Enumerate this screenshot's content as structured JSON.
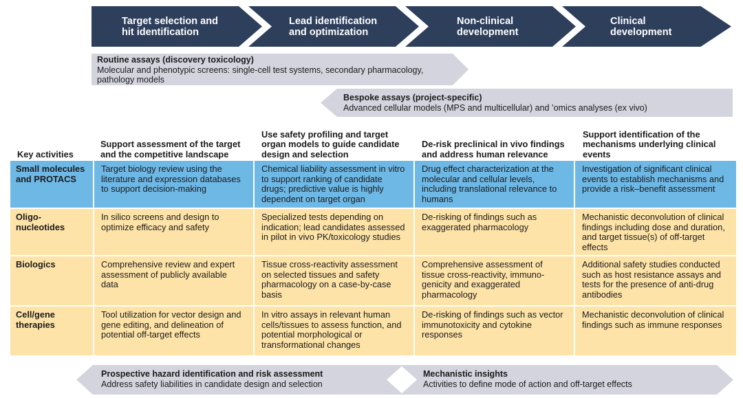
{
  "stages": [
    {
      "label": "Target selection and\nhit identification"
    },
    {
      "label": "Lead identification\nand optimization"
    },
    {
      "label": "Non-clinical\ndevelopment"
    },
    {
      "label": "Clinical\ndevelopment"
    }
  ],
  "routine_assays": {
    "title": "Routine assays (discovery toxicology)",
    "description": "Molecular and phenotypic screens: single-cell test systems, secondary pharmacology, pathology models"
  },
  "bespoke_assays": {
    "title": "Bespoke assays (project-specific)",
    "description": "Advanced cellular models (MPS and multicellular) and ’omics analyses (ex vivo)"
  },
  "table": {
    "corner_label": "Key activities",
    "headers": [
      "Support assessment of the target and the competitive landscape",
      "Use safety profiling and target organ models to guide candidate design and selection",
      "De-risk preclinical in vivo findings and address human relevance",
      "Support identification of the mechanisms underlying clinical events"
    ],
    "rows": [
      {
        "label": "Small molecules and PROTACS",
        "cells": [
          "Target biology review using the literature and expression databases to support decision-making",
          "Chemical liability assessment in vitro to support ranking of candidate drugs; predictive value is highly dependent on target organ",
          "Drug effect characterization at the molecular and cellular levels, including translational relevance to humans",
          "Investigation of significant clinical events to establish mechanisms and provide a risk–benefit assessment"
        ]
      },
      {
        "label": "Oligo-nucleotides",
        "cells": [
          "In silico screens and design to optimize efficacy and safety",
          "Specialized tests depending on indication; lead candidates assessed in pilot in vivo PK/toxicology studies",
          "De-risking of findings such as exaggerated pharmacology",
          "Mechanistic deconvolution of clinical findings including dose and duration, and target tissue(s) of off-target effects"
        ]
      },
      {
        "label": "Biologics",
        "cells": [
          "Comprehensive review and expert assessment of publicly available data",
          "Tissue cross-reactivity assessment on selected tissues and safety pharmacology on a case-by-case basis",
          "Comprehensive assessment of tissue cross-reactivity, immuno-genicity and exaggerated pharmacology",
          "Additional safety studies conducted such as host resistance assays and tests for the presence of anti-drug antibodies"
        ]
      },
      {
        "label": "Cell/gene therapies",
        "cells": [
          "Tool utilization for vector design and gene editing, and delineation of potential off-target effects",
          "In vitro assays in relevant human cells/tissues to assess function, and potential morphological or transformational changes",
          "De-risking of findings such as vector immunotoxicity and cytokine responses",
          "Mechanistic deconvolution of clinical findings such as immune responses"
        ]
      }
    ]
  },
  "bottom_left": {
    "title": "Prospective hazard identification and risk assessment",
    "description": "Address safety liabilities in candidate design and selection"
  },
  "bottom_right": {
    "title": "Mechanistic insights",
    "description": "Activities to define mode of action and off-target effects"
  },
  "colors": {
    "stage_arrow": "#2e3f5c",
    "assay_band": "#d4d4de",
    "row_blue": "#6eb8e6",
    "row_yellow": "#fde3a7",
    "bottom_band": "#d4d4de"
  }
}
